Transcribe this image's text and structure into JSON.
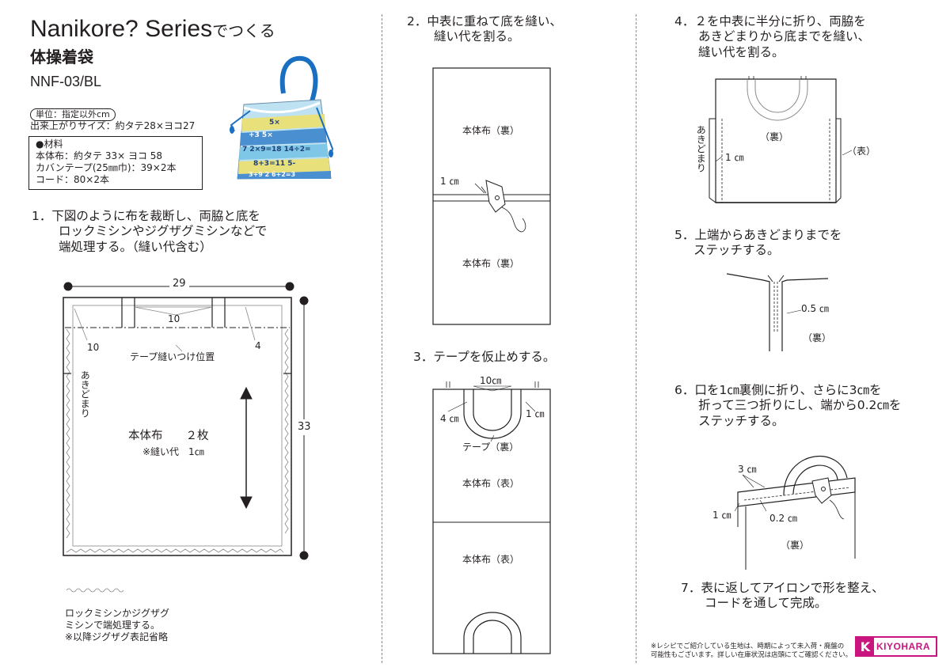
{
  "header": {
    "series": "Nanikore? Series",
    "series_suffix": "でつくる",
    "product": "体操着袋",
    "code": "NNF-03/BL",
    "unit_note": "単位：指定以外cm",
    "finished_size": "出来上がりサイズ：約タテ28×ヨコ27"
  },
  "materials": {
    "heading": "●材料",
    "items": [
      "本体布：約タテ 33× ヨコ 58",
      "カバンテープ(25㎜巾)：39×2本",
      "コード：80×2本"
    ]
  },
  "photo": {
    "print_lines": [
      "5×",
      "+3 5×",
      "7 2×9=18 14÷2=",
      "8+3=11 5-",
      "3+9 2 6+2=3"
    ]
  },
  "step1": {
    "text": [
      "1．下図のように布を裁断し、両脇と底を",
      "ロックミシンやジグザグミシンなどで",
      "端処理する。（縫い代含む）"
    ],
    "dim_width": "29",
    "dim_height": "33",
    "dim_tape": "10",
    "dim_opening": "10",
    "dim_side": "4",
    "tape_label": "テープ縫いつけ位置",
    "opening_label": "あきどまり",
    "body_label": "本体布　　２枚",
    "allowance": "※縫い代　1㎝",
    "zigzag_note": [
      "ロックミシンかジグザグ",
      "ミシンで端処理する。",
      "※以降ジグザグ表記省略"
    ]
  },
  "step2": {
    "text": [
      "2．中表に重ねて底を縫い、",
      "縫い代を割る。"
    ],
    "top_label": "本体布（裏）",
    "bottom_label": "本体布（裏）",
    "seam": "1 ㎝"
  },
  "step3": {
    "text": [
      "3．テープを仮止めする。"
    ],
    "dim_top": "10㎝",
    "dim_left": "4 ㎝",
    "dim_right": "1 ㎝",
    "tape_label": "テープ（裏）",
    "top_label": "本体布（表）",
    "bottom_label": "本体布（表）"
  },
  "step4": {
    "text": [
      "4．２を中表に半分に折り、両脇を",
      "あきどまりから底までを縫い、",
      "縫い代を割る。"
    ],
    "back_label": "（裏）",
    "front_label": "（表）",
    "opening_label": "あきどまり",
    "seam": "1 ㎝"
  },
  "step5": {
    "text": [
      "5．上端からあきどまりまでを",
      "ステッチする。"
    ],
    "dim": "0.5 ㎝",
    "back_label": "（裏）"
  },
  "step6": {
    "text": [
      "6．口を1㎝裏側に折り、さらに3㎝を",
      "折って三つ折りにし、端から0.2㎝を",
      "ステッチする。"
    ],
    "dim_3": "3 ㎝",
    "dim_1": "1 ㎝",
    "dim_02": "0.2 ㎝",
    "back_label": "（裏）"
  },
  "step7": {
    "text": [
      "7．表に返してアイロンで形を整え、",
      "コードを通して完成。"
    ]
  },
  "footer": {
    "note": [
      "※レシピでご紹介している生地は、時期によって未入荷・廃盤の",
      "可能性もございます。詳しい在庫状況は店頭にてご確認ください。"
    ],
    "logo_mark": "K",
    "logo_text": "KIYOHARA",
    "brand_color": "#c9167f"
  }
}
